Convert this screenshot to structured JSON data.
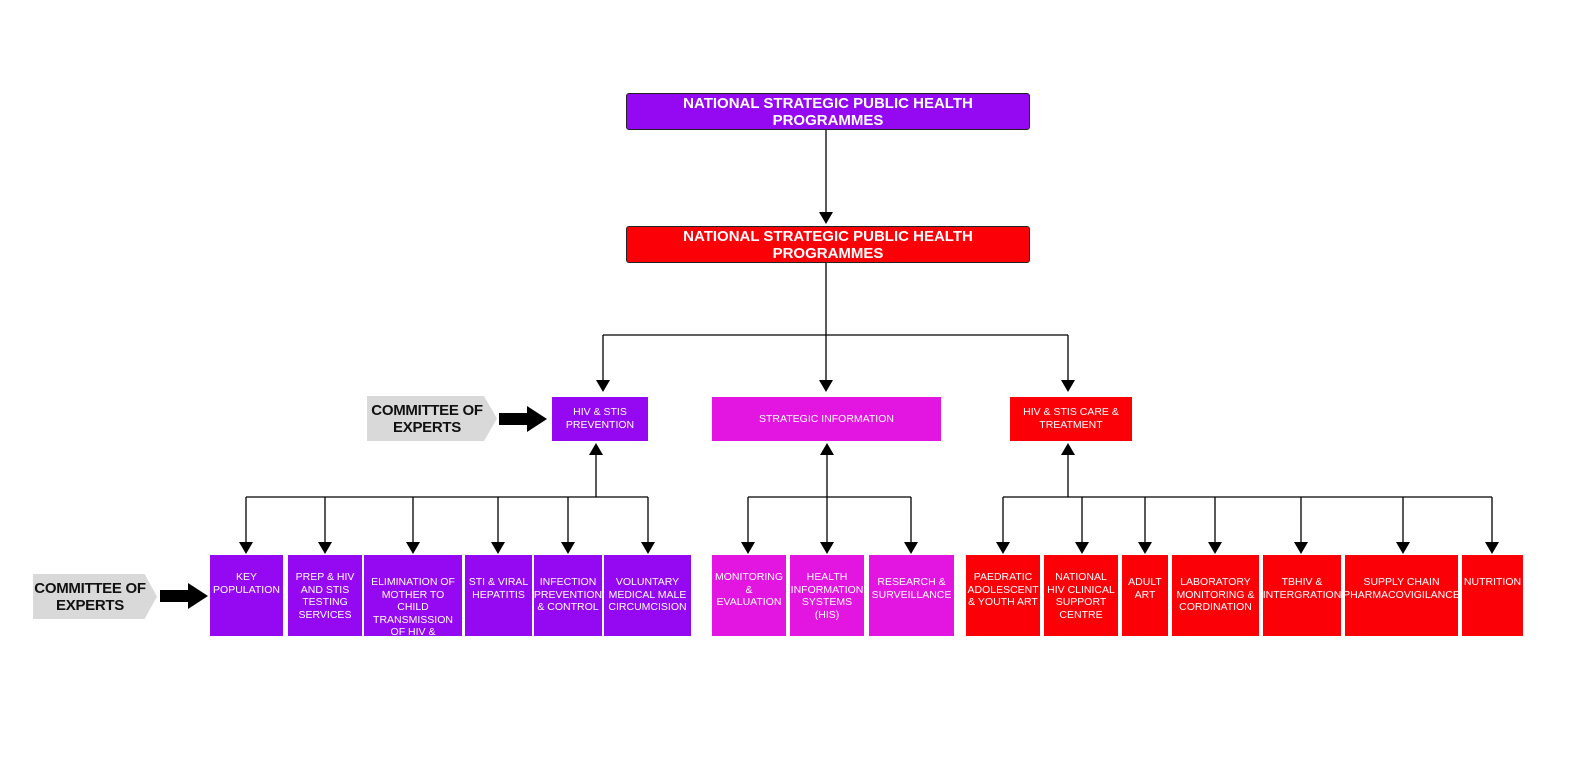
{
  "top": {
    "title1": "NATIONAL STRATEGIC PUBLIC HEALTH PROGRAMMES",
    "title2": "NATIONAL STRATEGIC PUBLIC HEALTH PROGRAMMES"
  },
  "branches": {
    "prevention": "HIV & STIS PREVENTION",
    "strategic": "STRATEGIC INFORMATION",
    "care": "HIV & STIS CARE & TREATMENT"
  },
  "committee": {
    "upper": "COMMITTEE OF EXPERTS",
    "lower": "COMMITTEE OF EXPERTS"
  },
  "prevention_items": [
    "KEY POPULATION",
    "PREP & HIV AND STIS TESTING SERVICES",
    "ELIMINATION OF MOTHER TO CHILD TRANSMISSION OF HIV & SYPHILIS",
    "STI & VIRAL HEPATITIS",
    "INFECTION PREVENTION & CONTROL",
    "VOLUNTARY MEDICAL MALE CIRCUMCISION"
  ],
  "strategic_items": [
    "MONITORING & EVALUATION",
    "HEALTH INFORMATION SYSTEMS (HIS)",
    "RESEARCH & SURVEILLANCE"
  ],
  "care_items": [
    "PAEDRATIC ADOLESCENT & YOUTH ART",
    "NATIONAL HIV CLINICAL SUPPORT CENTRE",
    "ADULT ART",
    "LABORATORY MONITORING & CORDINATION",
    "TBHIV & INTERGRATION",
    "SUPPLY CHAIN PHARMACOVIGILANCE",
    "NUTRITION"
  ],
  "colors": {
    "purple": "#9409f2",
    "magenta": "#e216e0",
    "red": "#fb0007",
    "committee_bg": "#d9d9d9"
  }
}
